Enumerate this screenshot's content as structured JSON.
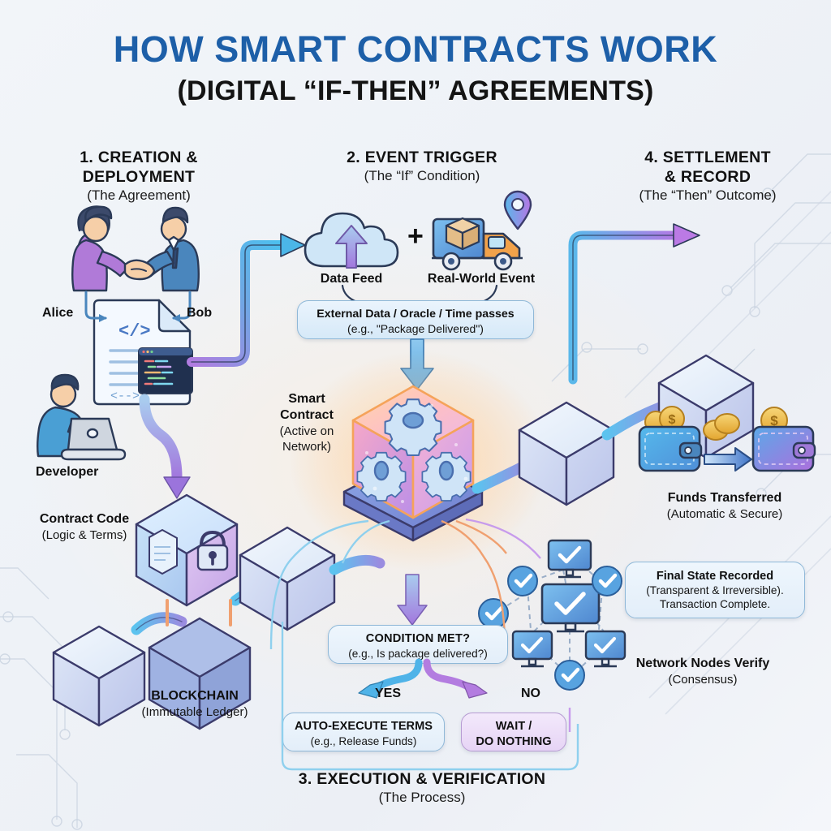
{
  "header": {
    "title": "HOW SMART CONTRACTS WORK",
    "subtitle": "(DIGITAL “IF-THEN” AGREEMENTS)"
  },
  "sections": {
    "s1": {
      "heading_line1": "1. CREATION &",
      "heading_line2": "DEPLOYMENT",
      "sub": "(The Agreement)"
    },
    "s2": {
      "heading": "2. EVENT TRIGGER",
      "sub": "(The “If” Condition)"
    },
    "s3": {
      "heading": "3. EXECUTION & VERIFICATION",
      "sub": "(The Process)"
    },
    "s4": {
      "heading_line1": "4. SETTLEMENT",
      "heading_line2": "& RECORD",
      "sub": "(The “Then” Outcome)"
    }
  },
  "labels": {
    "alice": "Alice",
    "bob": "Bob",
    "developer": "Developer",
    "contract_code_title": "Contract Code",
    "contract_code_sub": "(Logic & Terms)",
    "blockchain_title": "BLOCKCHAIN",
    "blockchain_sub": "(Immutable Ledger)",
    "data_feed": "Data Feed",
    "plus": "+",
    "real_world_event": "Real-World Event",
    "smart_contract_l1": "Smart",
    "smart_contract_l2": "Contract",
    "smart_contract_l3": "(Active on",
    "smart_contract_l4": "Network)",
    "funds_title": "Funds Transferred",
    "funds_sub": "(Automatic & Secure)",
    "nodes_title": "Network Nodes Verify",
    "nodes_sub": "(Consensus)",
    "yes": "YES",
    "no": "NO"
  },
  "boxes": {
    "oracle": {
      "line1": "External Data / Oracle / Time passes",
      "line2": "(e.g., \"Package Delivered\")"
    },
    "condition": {
      "line1": "CONDITION MET?",
      "line2": "(e.g., Is package delivered?)"
    },
    "auto_execute": {
      "line1": "AUTO-EXECUTE TERMS",
      "line2": "(e.g., Release Funds)"
    },
    "wait": {
      "line1": "WAIT /",
      "line2": "DO NOTHING"
    },
    "final_state": {
      "line1": "Final State Recorded",
      "line2": "(Transparent & Irreversible).",
      "line3": "Transaction Complete."
    }
  },
  "icons": {
    "handshake": "handshake-icon",
    "contract_document": "contract-document-icon",
    "code_window": "code-window-icon",
    "developer_laptop": "developer-laptop-icon",
    "cloud_upload": "cloud-upload-icon",
    "delivery_truck": "delivery-truck-icon",
    "location_pin": "location-pin-icon",
    "smart_contract_cube": "smart-contract-gear-cube-icon",
    "lock": "lock-icon",
    "document": "document-icon",
    "wallet_source": "wallet-source-icon",
    "wallet_destination": "wallet-destination-icon",
    "coins": "coins-icon",
    "monitor_check": "monitor-check-icon",
    "check_badge": "check-badge-icon",
    "blockchain_cube": "blockchain-cube-icon",
    "chain_link": "chain-link-icon"
  },
  "colors": {
    "title_blue": "#1d5fa8",
    "text_black": "#111111",
    "arrow_blue": "#4bb2e8",
    "arrow_purple": "#a573dd",
    "box_border_blue": "#8fb8d8",
    "box_fill_blue": "#e3eef9",
    "box_fill_lilac": "#e6d4f5",
    "cube_outline": "#3b3b6b",
    "gold_coin": "#efb73e",
    "node_blue": "#4a90d9",
    "background": "#eef2f7"
  }
}
